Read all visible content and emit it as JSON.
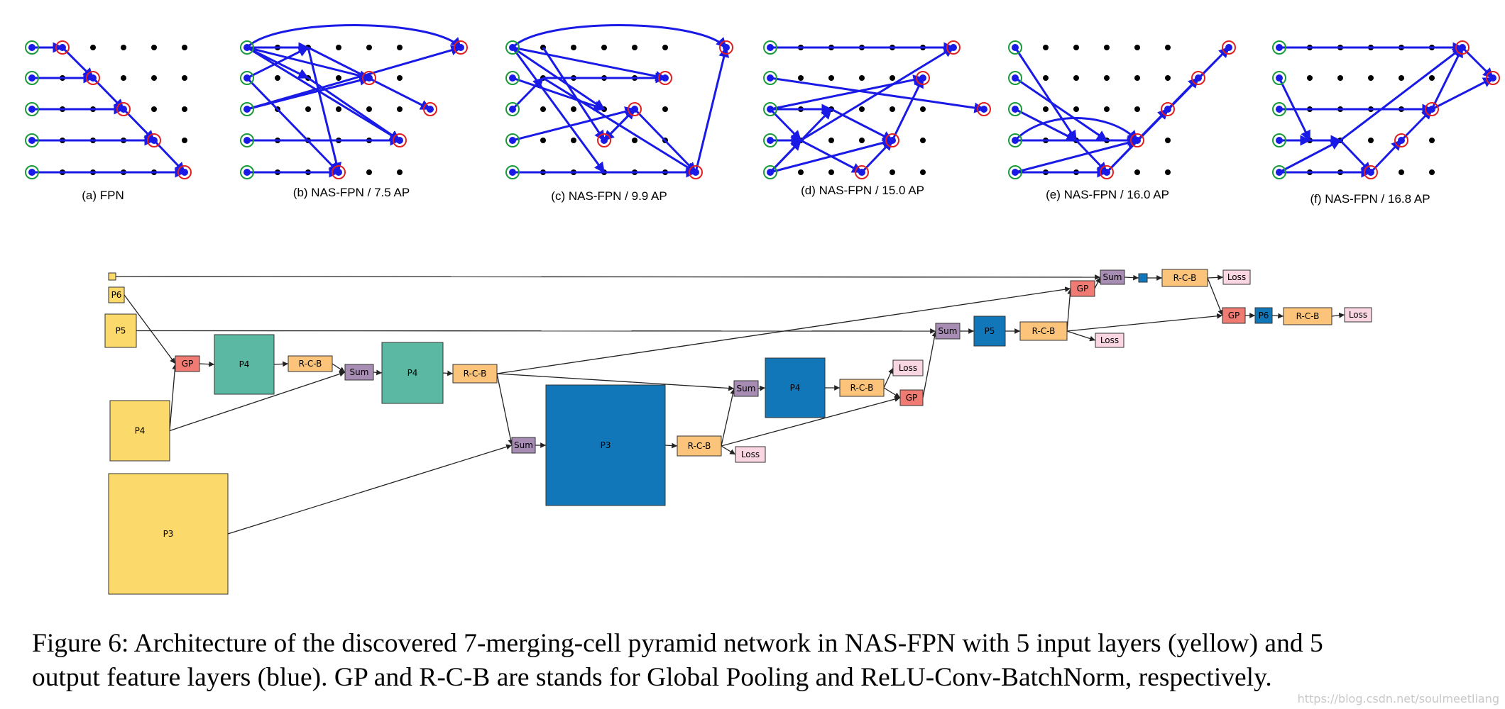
{
  "colors": {
    "edge": "#1a1ae6",
    "input_ring": "#1a9a3a",
    "output_ring": "#e02020",
    "dot": "#000000",
    "input_layer": "#fbd96a",
    "output_layer": "#1277b8",
    "intermediate_layer": "#5bb8a2",
    "gp": "#ef7b72",
    "sum": "#a78cb3",
    "rcb": "#fbc47a",
    "loss": "#fad6e2"
  },
  "panels": [
    {
      "label": "(a) FPN",
      "edges": [
        [
          0,
          0,
          1,
          0
        ],
        [
          1,
          0,
          2,
          1
        ],
        [
          0,
          1,
          2,
          1
        ],
        [
          2,
          1,
          3,
          2
        ],
        [
          0,
          2,
          3,
          2
        ],
        [
          3,
          2,
          4,
          3
        ],
        [
          0,
          3,
          4,
          3
        ],
        [
          4,
          3,
          5,
          4
        ],
        [
          0,
          4,
          5,
          4
        ]
      ],
      "outputs": [
        [
          1,
          0
        ],
        [
          2,
          1
        ],
        [
          3,
          2
        ],
        [
          4,
          3
        ],
        [
          5,
          4
        ]
      ]
    },
    {
      "label": "(b) NAS-FPN / 7.5 AP",
      "edges": [
        [
          0,
          0,
          7,
          0,
          "arc"
        ],
        [
          0,
          0,
          2,
          0
        ],
        [
          0,
          0,
          2,
          1
        ],
        [
          0,
          0,
          4,
          1
        ],
        [
          0,
          0,
          5,
          3
        ],
        [
          0,
          1,
          2,
          0
        ],
        [
          0,
          1,
          3,
          4
        ],
        [
          0,
          2,
          4,
          1
        ],
        [
          0,
          2,
          7,
          0
        ],
        [
          2,
          0,
          3,
          4
        ],
        [
          2,
          0,
          6,
          2
        ],
        [
          2,
          1,
          5,
          3
        ],
        [
          0,
          3,
          5,
          3
        ],
        [
          0,
          4,
          3,
          4
        ]
      ],
      "outputs": [
        [
          7,
          0
        ],
        [
          4,
          1
        ],
        [
          6,
          2
        ],
        [
          5,
          3
        ],
        [
          3,
          4
        ]
      ]
    },
    {
      "label": "(c) NAS-FPN / 9.9 AP",
      "edges": [
        [
          0,
          0,
          7,
          0,
          "arc"
        ],
        [
          0,
          0,
          5,
          1
        ],
        [
          0,
          0,
          3,
          4
        ],
        [
          0,
          0,
          3,
          2
        ],
        [
          1,
          1,
          5,
          1
        ],
        [
          0,
          1,
          3,
          2
        ],
        [
          1,
          0,
          3,
          3
        ],
        [
          0,
          2,
          1,
          1
        ],
        [
          1,
          1,
          6,
          4
        ],
        [
          0,
          3,
          4,
          2
        ],
        [
          4,
          2,
          3,
          3
        ],
        [
          3,
          3,
          4,
          2
        ],
        [
          4,
          2,
          6,
          4
        ],
        [
          0,
          4,
          6,
          4
        ],
        [
          6,
          4,
          7,
          0
        ]
      ],
      "outputs": [
        [
          7,
          0
        ],
        [
          5,
          1
        ],
        [
          4,
          2
        ],
        [
          3,
          3
        ],
        [
          6,
          4
        ]
      ]
    },
    {
      "label": "(d) NAS-FPN / 15.0 AP",
      "edges": [
        [
          0,
          0,
          6,
          0
        ],
        [
          0,
          1,
          7,
          2
        ],
        [
          0,
          2,
          5,
          1
        ],
        [
          0,
          2,
          2,
          2
        ],
        [
          0,
          3,
          1,
          3
        ],
        [
          0,
          4,
          1,
          3
        ],
        [
          1,
          3,
          3,
          4
        ],
        [
          2,
          2,
          4,
          3
        ],
        [
          0,
          4,
          2,
          2
        ],
        [
          1,
          3,
          6,
          0
        ],
        [
          0,
          4,
          4,
          3
        ],
        [
          3,
          4,
          4,
          3
        ],
        [
          4,
          3,
          5,
          1
        ],
        [
          0,
          2,
          1,
          3
        ]
      ],
      "outputs": [
        [
          6,
          0
        ],
        [
          5,
          1
        ],
        [
          7,
          2
        ],
        [
          4,
          3
        ],
        [
          3,
          4
        ]
      ]
    },
    {
      "label": "(e) NAS-FPN / 16.0 AP",
      "edges": [
        [
          0,
          0,
          2,
          3
        ],
        [
          0,
          1,
          3,
          3
        ],
        [
          0,
          2,
          2,
          3
        ],
        [
          0,
          3,
          4,
          3
        ],
        [
          2,
          3,
          4,
          3
        ],
        [
          2,
          3,
          3,
          4
        ],
        [
          0,
          4,
          4,
          3
        ],
        [
          0,
          4,
          3,
          4
        ],
        [
          3,
          4,
          5,
          2
        ],
        [
          3,
          4,
          6,
          1
        ],
        [
          3,
          4,
          7,
          0
        ],
        [
          4,
          3,
          5,
          2
        ],
        [
          5,
          2,
          6,
          1
        ],
        [
          5,
          2,
          7,
          0
        ],
        [
          0,
          3,
          4,
          3,
          "arc"
        ]
      ],
      "outputs": [
        [
          7,
          0
        ],
        [
          6,
          1
        ],
        [
          5,
          2
        ],
        [
          4,
          3
        ],
        [
          3,
          4
        ]
      ]
    },
    {
      "label": "(f) NAS-FPN / 16.8 AP",
      "edges": [
        [
          0,
          0,
          6,
          0
        ],
        [
          0,
          1,
          1,
          3
        ],
        [
          0,
          2,
          5,
          2
        ],
        [
          1,
          3,
          2,
          3
        ],
        [
          0,
          3,
          1,
          3
        ],
        [
          2,
          3,
          3,
          4
        ],
        [
          0,
          4,
          3,
          4
        ],
        [
          2,
          3,
          6,
          0
        ],
        [
          3,
          4,
          4,
          3
        ],
        [
          4,
          3,
          5,
          2
        ],
        [
          5,
          2,
          6,
          0
        ],
        [
          6,
          0,
          7,
          1
        ],
        [
          5,
          2,
          7,
          1
        ],
        [
          0,
          4,
          2,
          3
        ]
      ],
      "outputs": [
        [
          6,
          0
        ],
        [
          7,
          1
        ],
        [
          5,
          2
        ],
        [
          4,
          3
        ],
        [
          3,
          4
        ]
      ]
    }
  ],
  "diagram": {
    "nodes": [
      {
        "id": "top_in",
        "type": "input",
        "label": ""
      },
      {
        "id": "p6_in",
        "type": "input",
        "label": "P6"
      },
      {
        "id": "p5_in",
        "type": "input",
        "label": "P5"
      },
      {
        "id": "p4_in",
        "type": "input",
        "label": "P4"
      },
      {
        "id": "p3_in",
        "type": "input",
        "label": "P3"
      },
      {
        "id": "gp1",
        "type": "gp",
        "label": "GP"
      },
      {
        "id": "p4_mid",
        "type": "intermediate",
        "label": "P4"
      },
      {
        "id": "rcb1",
        "type": "rcb",
        "label": "R-C-B"
      },
      {
        "id": "sum1",
        "type": "sum",
        "label": "Sum"
      },
      {
        "id": "p4_mid2",
        "type": "intermediate",
        "label": "P4"
      },
      {
        "id": "rcb2",
        "type": "rcb",
        "label": "R-C-B"
      },
      {
        "id": "sum2",
        "type": "sum",
        "label": "Sum"
      },
      {
        "id": "p3_out",
        "type": "output",
        "label": "P3"
      },
      {
        "id": "rcb3",
        "type": "rcb",
        "label": "R-C-B"
      },
      {
        "id": "loss1",
        "type": "loss",
        "label": "Loss"
      },
      {
        "id": "sum3",
        "type": "sum",
        "label": "Sum"
      },
      {
        "id": "p4_out",
        "type": "output",
        "label": "P4"
      },
      {
        "id": "rcb4",
        "type": "rcb",
        "label": "R-C-B"
      },
      {
        "id": "loss2",
        "type": "loss",
        "label": "Loss"
      },
      {
        "id": "gp2",
        "type": "gp",
        "label": "GP"
      },
      {
        "id": "sum4",
        "type": "sum",
        "label": "Sum"
      },
      {
        "id": "p5_out",
        "type": "output",
        "label": "P5"
      },
      {
        "id": "rcb5",
        "type": "rcb",
        "label": "R-C-B"
      },
      {
        "id": "loss3",
        "type": "loss",
        "label": "Loss"
      },
      {
        "id": "gp3",
        "type": "gp",
        "label": "GP"
      },
      {
        "id": "sum5",
        "type": "sum",
        "label": "Sum"
      },
      {
        "id": "p7_out",
        "type": "output",
        "label": ""
      },
      {
        "id": "rcb6",
        "type": "rcb",
        "label": "R-C-B"
      },
      {
        "id": "loss4",
        "type": "loss",
        "label": "Loss"
      },
      {
        "id": "gp4",
        "type": "gp",
        "label": "GP"
      },
      {
        "id": "p6_out",
        "type": "output",
        "label": "P6"
      },
      {
        "id": "rcb7",
        "type": "rcb",
        "label": "R-C-B"
      },
      {
        "id": "loss5",
        "type": "loss",
        "label": "Loss"
      }
    ],
    "edges": [
      [
        "top_in",
        "sum5"
      ],
      [
        "p6_in",
        "gp1"
      ],
      [
        "p4_in",
        "gp1"
      ],
      [
        "gp1",
        "p4_mid"
      ],
      [
        "p4_mid",
        "rcb1"
      ],
      [
        "rcb1",
        "sum1"
      ],
      [
        "p4_in",
        "sum1"
      ],
      [
        "sum1",
        "p4_mid2"
      ],
      [
        "p4_mid2",
        "rcb2"
      ],
      [
        "rcb2",
        "sum2"
      ],
      [
        "p3_in",
        "sum2"
      ],
      [
        "sum2",
        "p3_out"
      ],
      [
        "p3_out",
        "rcb3"
      ],
      [
        "rcb3",
        "loss1"
      ],
      [
        "rcb3",
        "sum3"
      ],
      [
        "rcb2",
        "sum3"
      ],
      [
        "sum3",
        "p4_out"
      ],
      [
        "p4_out",
        "rcb4"
      ],
      [
        "rcb4",
        "loss2"
      ],
      [
        "rcb4",
        "gp2"
      ],
      [
        "rcb3",
        "gp2"
      ],
      [
        "gp2",
        "sum4"
      ],
      [
        "p5_in",
        "sum4"
      ],
      [
        "sum4",
        "p5_out"
      ],
      [
        "p5_out",
        "rcb5"
      ],
      [
        "rcb5",
        "loss3"
      ],
      [
        "rcb5",
        "gp3"
      ],
      [
        "rcb2",
        "gp3"
      ],
      [
        "gp3",
        "sum5"
      ],
      [
        "sum5",
        "p7_out"
      ],
      [
        "p7_out",
        "rcb6"
      ],
      [
        "rcb6",
        "loss4"
      ],
      [
        "rcb6",
        "gp4"
      ],
      [
        "rcb5",
        "gp4"
      ],
      [
        "gp4",
        "p6_out"
      ],
      [
        "p6_out",
        "rcb7"
      ],
      [
        "rcb7",
        "loss5"
      ]
    ]
  },
  "caption": {
    "line1": "Figure 6:  Architecture of the discovered 7-merging-cell pyramid network in NAS-FPN with 5 input layers (yellow) and 5",
    "line2": "output feature layers (blue). GP and R-C-B are stands for Global Pooling and ReLU-Conv-BatchNorm, respectively."
  },
  "watermark": "https://blog.csdn.net/soulmeetliang"
}
